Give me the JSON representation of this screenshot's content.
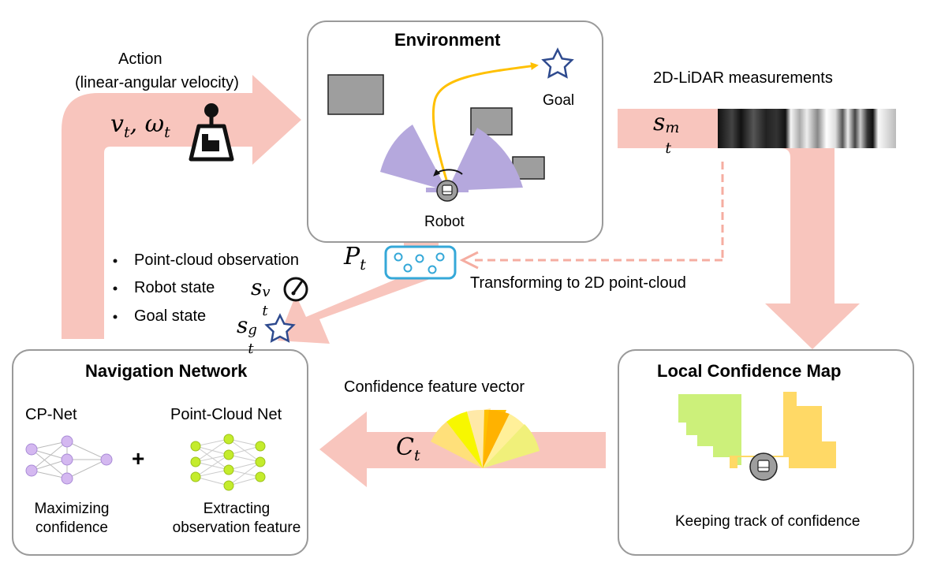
{
  "colors": {
    "arrow": "#f8c5bd",
    "box_border": "#9a9a9a",
    "obstacle": "#9e9e9e",
    "sensor_fan": "#b5a8dd",
    "path": "#ffc000",
    "goal_star": "#2e4a8e",
    "pointcloud_border": "#35a8d8",
    "conf_green": "#ccf07a",
    "conf_yellow": "#ffd966",
    "node_purple": "#d4b8f0",
    "node_green": "#c4ec2c"
  },
  "action": {
    "title": "Action",
    "subtitle": "(linear-angular velocity)",
    "symbol": "v_t, ω_t"
  },
  "environment": {
    "title": "Environment",
    "goal_label": "Goal",
    "robot_label": "Robot"
  },
  "lidar": {
    "title": "2D-LiDAR measurements",
    "symbol": "s_t^m"
  },
  "observations": {
    "items": [
      "Point-cloud observation",
      "Robot state",
      "Goal state"
    ],
    "pointcloud_symbol": "P_t",
    "robot_symbol": "s_t^v",
    "goal_symbol": "s_t^g"
  },
  "transform": {
    "label": "Transforming to 2D point-cloud"
  },
  "navigation": {
    "title": "Navigation Network",
    "cpnet_label": "CP-Net",
    "pcnet_label": "Point-Cloud Net",
    "plus": "+",
    "cpnet_desc": "Maximizing confidence",
    "pcnet_desc": "Extracting observation feature"
  },
  "confidence_vector": {
    "title": "Confidence feature vector",
    "symbol": "C_t"
  },
  "local_map": {
    "title": "Local Confidence Map",
    "desc": "Keeping track of confidence"
  }
}
